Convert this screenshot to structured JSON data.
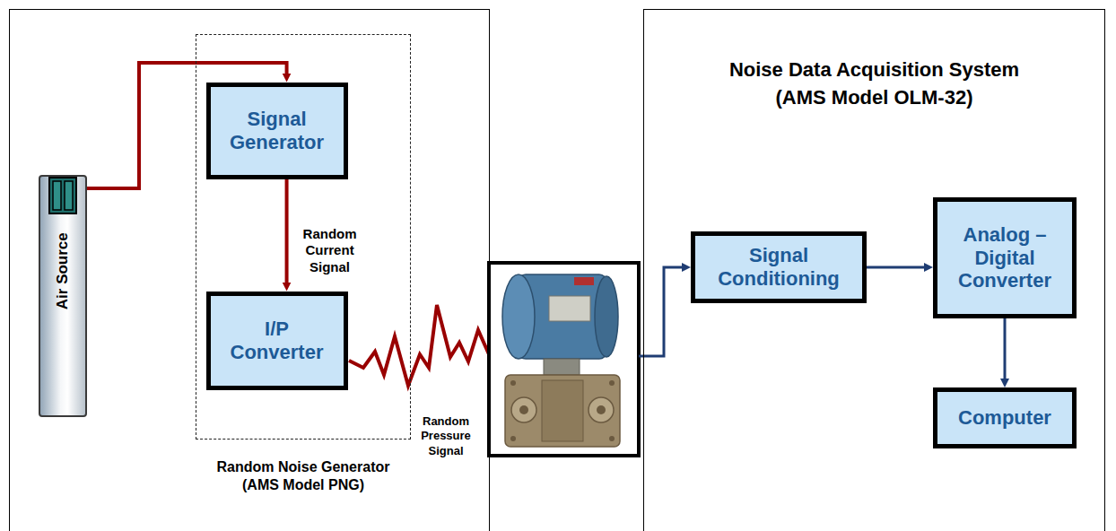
{
  "diagram": {
    "nodes": [
      {
        "text": [
          "Air Source"
        ]
      },
      {
        "text": [
          "Random Noise Generator (AMS Model PNG)"
        ]
      },
      {
        "text": [
          "Signal Generator"
        ],
        "in": 1
      },
      {
        "text": [
          "I/P Converter"
        ],
        "in": 1
      },
      {
        "text": [
          "Noise Data Acquisition System (AMS Model OLM-32)"
        ]
      },
      {
        "text": [
          "Signal Conditioning"
        ],
        "in": 4
      },
      {
        "text": [
          "Analog – Digital Converter"
        ],
        "in": 4
      },
      {
        "text": [
          "Computer"
        ],
        "in": 4
      }
    ],
    "edges": [
      {
        "from": 0,
        "to": 2,
        "arrow": "to"
      },
      {
        "from": 2,
        "to": 3,
        "label": "Random Current Signal",
        "arrow": "to"
      },
      {
        "from": 5,
        "to": 6,
        "arrow": "to"
      },
      {
        "from": 6,
        "to": 7,
        "arrow": "to"
      }
    ],
    "labels": [
      "Random Pressure Signal"
    ]
  }
}
